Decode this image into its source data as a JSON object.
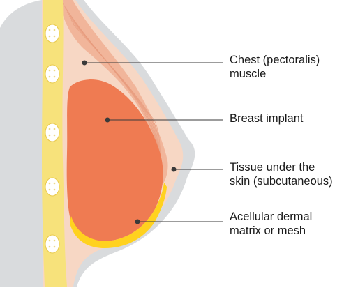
{
  "colors": {
    "body_outline": "#d9dbdd",
    "skin_layer": "#f7d7c4",
    "muscle": "#f1b59a",
    "implant": "#ef7b52",
    "matrix": "#ffd21f",
    "bone": "#f7e27b",
    "rib_fill": "#ffffff",
    "leader_line": "#3a3a3a",
    "label_text": "#1a1a1a"
  },
  "labels": [
    {
      "id": "muscle",
      "lines": [
        "Chest (pectoralis)",
        "muscle"
      ]
    },
    {
      "id": "implant",
      "lines": [
        "Breast implant"
      ]
    },
    {
      "id": "tissue",
      "lines": [
        "Tissue under the",
        "skin (subcutaneous)"
      ]
    },
    {
      "id": "matrix",
      "lines": [
        "Acellular dermal",
        "matrix or mesh"
      ]
    }
  ]
}
